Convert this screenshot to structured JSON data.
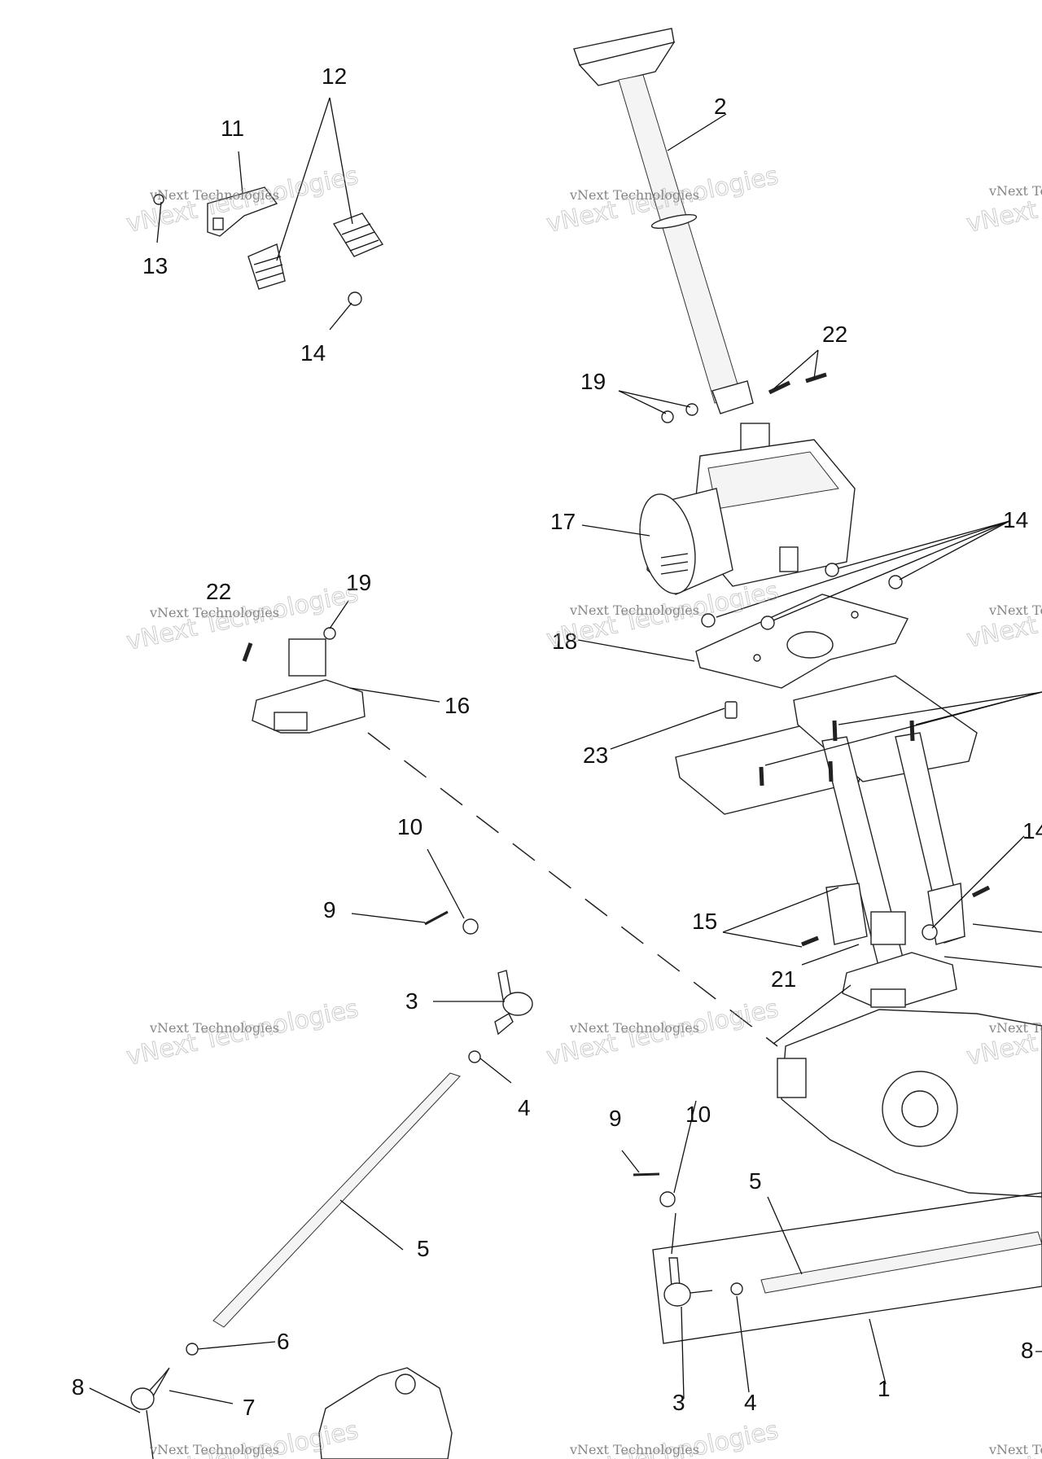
{
  "diagram": {
    "callouts": [
      "1",
      "2",
      "3",
      "4",
      "5",
      "6",
      "7",
      "8",
      "9",
      "10",
      "11",
      "12",
      "13",
      "14",
      "15",
      "16",
      "17",
      "18",
      "19",
      "21",
      "22",
      "23"
    ],
    "watermark": {
      "line1": "vNext Technologies",
      "line2": "vNext Technologies"
    }
  }
}
